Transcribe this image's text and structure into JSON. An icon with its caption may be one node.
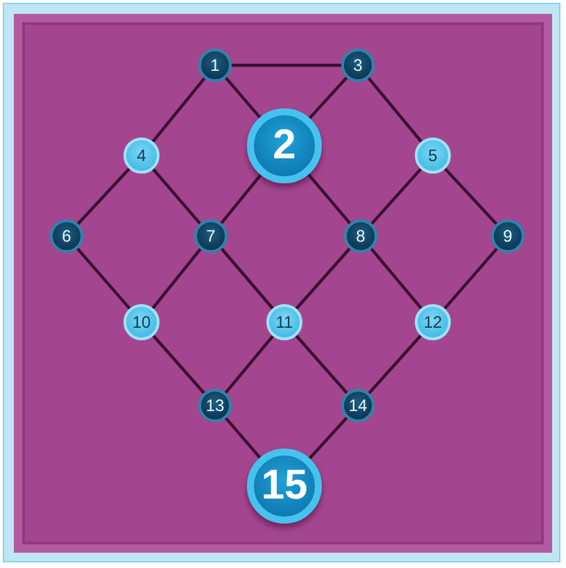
{
  "diagram": {
    "nodes": [
      {
        "text": [
          "1"
        ]
      },
      {
        "text": [
          "3"
        ]
      },
      {
        "text": [
          "2"
        ]
      },
      {
        "text": [
          "4"
        ]
      },
      {
        "text": [
          "5"
        ]
      },
      {
        "text": [
          "6"
        ]
      },
      {
        "text": [
          "7"
        ]
      },
      {
        "text": [
          "8"
        ]
      },
      {
        "text": [
          "9"
        ]
      },
      {
        "text": [
          "10"
        ]
      },
      {
        "text": [
          "11"
        ]
      },
      {
        "text": [
          "12"
        ]
      },
      {
        "text": [
          "13"
        ]
      },
      {
        "text": [
          "14"
        ]
      },
      {
        "text": [
          "15"
        ]
      }
    ],
    "edges": [
      {
        "from": 0,
        "to": 1,
        "arrow": "none"
      },
      {
        "from": 0,
        "to": 3,
        "arrow": "none"
      },
      {
        "from": 0,
        "to": 2,
        "arrow": "none"
      },
      {
        "from": 1,
        "to": 2,
        "arrow": "none"
      },
      {
        "from": 1,
        "to": 4,
        "arrow": "none"
      },
      {
        "from": 3,
        "to": 5,
        "arrow": "none"
      },
      {
        "from": 3,
        "to": 6,
        "arrow": "none"
      },
      {
        "from": 2,
        "to": 6,
        "arrow": "none"
      },
      {
        "from": 2,
        "to": 7,
        "arrow": "none"
      },
      {
        "from": 4,
        "to": 7,
        "arrow": "none"
      },
      {
        "from": 4,
        "to": 8,
        "arrow": "none"
      },
      {
        "from": 5,
        "to": 9,
        "arrow": "none"
      },
      {
        "from": 6,
        "to": 9,
        "arrow": "none"
      },
      {
        "from": 6,
        "to": 10,
        "arrow": "none"
      },
      {
        "from": 7,
        "to": 10,
        "arrow": "none"
      },
      {
        "from": 7,
        "to": 11,
        "arrow": "none"
      },
      {
        "from": 8,
        "to": 11,
        "arrow": "none"
      },
      {
        "from": 9,
        "to": 12,
        "arrow": "none"
      },
      {
        "from": 10,
        "to": 12,
        "arrow": "none"
      },
      {
        "from": 10,
        "to": 13,
        "arrow": "none"
      },
      {
        "from": 11,
        "to": 13,
        "arrow": "none"
      },
      {
        "from": 12,
        "to": 14,
        "arrow": "none"
      },
      {
        "from": 13,
        "to": 14,
        "arrow": "none"
      }
    ]
  }
}
